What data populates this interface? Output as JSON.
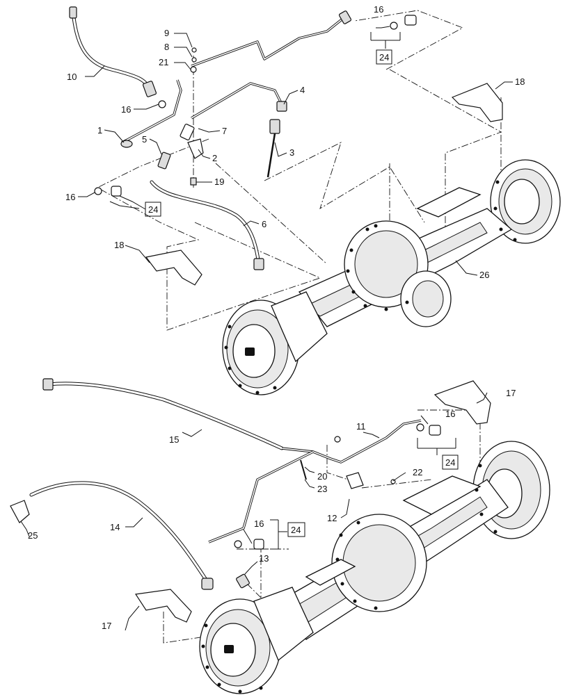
{
  "callouts": {
    "c1": "1",
    "c2": "2",
    "c3": "3",
    "c4": "4",
    "c5": "5",
    "c6": "6",
    "c7": "7",
    "c8": "8",
    "c9": "9",
    "c10": "10",
    "c11": "11",
    "c12": "12",
    "c13": "13",
    "c14": "14",
    "c15": "15",
    "c16a": "16",
    "c16b": "16",
    "c16c": "16",
    "c16d": "16",
    "c16e": "16",
    "c17a": "17",
    "c17b": "17",
    "c18a": "18",
    "c18b": "18",
    "c19": "19",
    "c20": "20",
    "c21": "21",
    "c22": "22",
    "c23": "23",
    "c25": "25",
    "c26": "26"
  },
  "kits": {
    "k24a": "24",
    "k24b": "24",
    "k24c": "24",
    "k24d": "24"
  },
  "colors": {
    "ink": "#111111",
    "paper": "#ffffff",
    "shade": "#e9e9e9"
  }
}
